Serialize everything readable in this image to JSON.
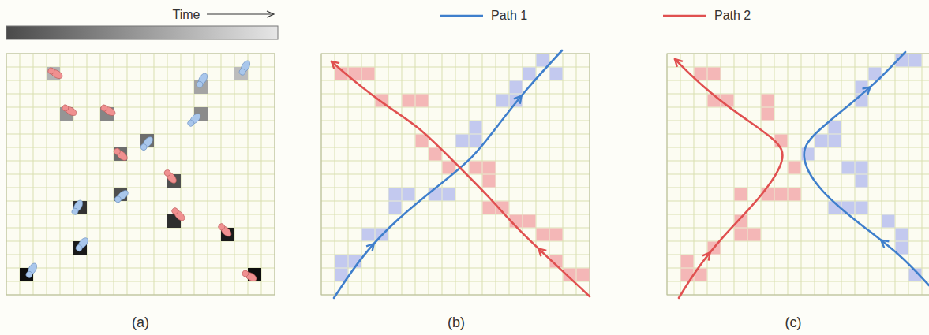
{
  "diagram": {
    "labels": [
      "Time",
      "(a)",
      "(b)",
      "(c)"
    ],
    "legend": [
      {
        "text": "Path 1"
      },
      {
        "text": "Path 2"
      }
    ]
  }
}
